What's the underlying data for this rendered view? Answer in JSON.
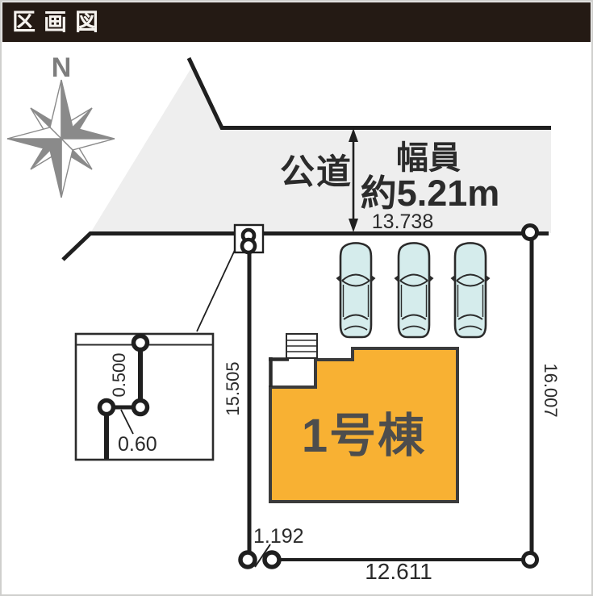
{
  "header": {
    "title": "区画図"
  },
  "compass": {
    "north_label": "N"
  },
  "road": {
    "name": "公道",
    "width_label_line1": "幅員",
    "width_label_line2": "約5.21m",
    "frontage_dim": "13.738"
  },
  "plot": {
    "west_dim": "15.505",
    "east_dim": "16.007",
    "south_dim": "12.611",
    "southwest_dim": "1.192"
  },
  "building": {
    "label": "1号棟"
  },
  "inset": {
    "vertical_dim": "0.500",
    "horizontal_dim": "0.60"
  },
  "colors": {
    "building_fill": "#f8b133",
    "building_text": "#4d4d4d",
    "road_fill": "#eeeeee",
    "line": "#1f1f1f",
    "car_fill": "#d5ecec",
    "compass_gray": "#8a8a8a",
    "header_bg": "#241a14",
    "header_text": "#f6f3ef"
  }
}
